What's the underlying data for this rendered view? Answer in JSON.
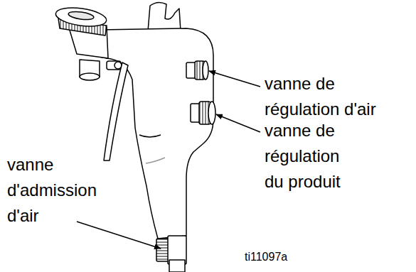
{
  "diagram": {
    "labels": [
      "vanne de régulation d'air",
      "vanne de régulation du produit",
      "vanne d'admission d'air",
      "ti11097a"
    ]
  }
}
